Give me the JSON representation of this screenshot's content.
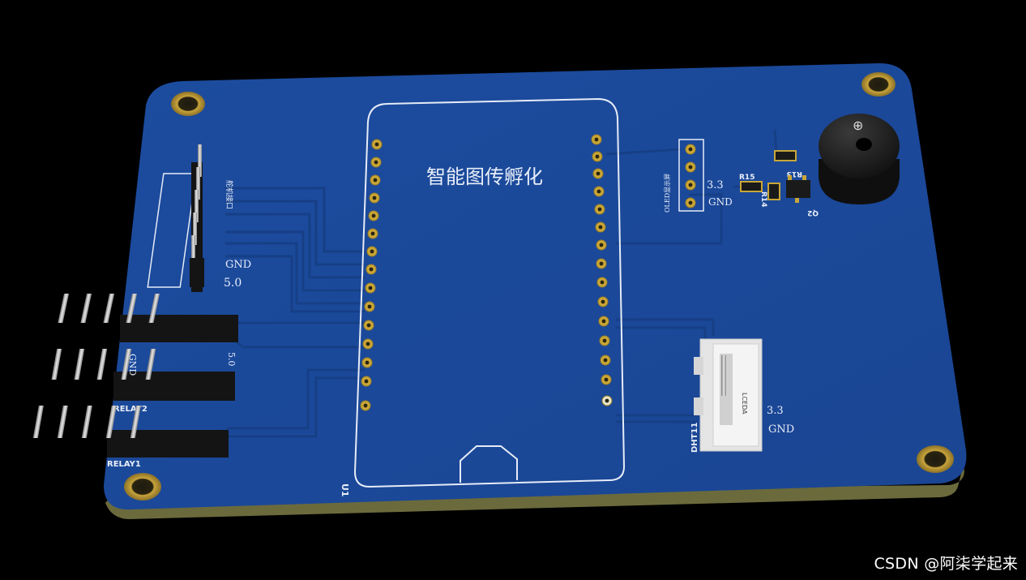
{
  "board": {
    "title": "智能图传孵化",
    "module_ref": "U1",
    "colors": {
      "solder_mask": "#1b4a9c",
      "edge": "#6b6a3c",
      "silkscreen": "#e8eef8",
      "pad": "#c8a638"
    }
  },
  "servo_header": {
    "label_vertical": "舵机接口",
    "label_gnd": "GND",
    "label_5v": "5.0"
  },
  "relay_headers": [
    {
      "ref": "RELAY2",
      "label_gnd": "GND",
      "label_5v": "5.0"
    },
    {
      "ref": "RELAY1"
    }
  ],
  "sensor_header": {
    "label_vertical": "OLED显示屏",
    "label_33": "3.3",
    "label_gnd": "GND"
  },
  "dht": {
    "ref": "DHT11",
    "label_33": "3.3",
    "label_gnd": "GND",
    "connector_text": "LCEDA"
  },
  "buzzer": {
    "refs": [
      "R13",
      "R15",
      "R14",
      "Q2"
    ],
    "icon": "buzzer-plus-icon"
  },
  "watermark": "CSDN @阿柒学起来"
}
